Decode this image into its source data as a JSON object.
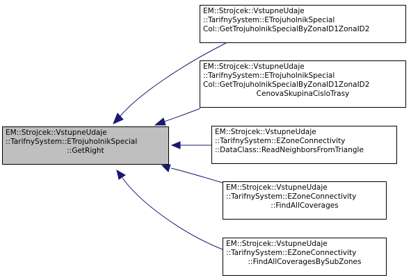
{
  "diagram": {
    "focus": {
      "lines": [
        "EM::Strojcek::VstupneUdaje",
        "::TarifnySystem::ETrojuholnikSpecial",
        "::GetRight"
      ]
    },
    "callers": [
      {
        "lines": [
          "EM::Strojcek::VstupneUdaje",
          "::TarifnySystem::ETrojuholnikSpecial",
          "Col::GetTrojuholnikSpecialByZonaID1ZonaID2"
        ]
      },
      {
        "lines": [
          "EM::Strojcek::VstupneUdaje",
          "::TarifnySystem::ETrojuholnikSpecial",
          "Col::GetTrojuholnikSpecialByZonaID1ZonaID2",
          "CenovaSkupinaCisloTrasy"
        ]
      },
      {
        "lines": [
          "EM::Strojcek::VstupneUdaje",
          "::TarifnySystem::EZoneConnectivity",
          "::DataClass::ReadNeighborsFromTriangle"
        ]
      },
      {
        "lines": [
          "EM::Strojcek::VstupneUdaje",
          "::TarifnySystem::EZoneConnectivity",
          "::FindAllCoverages"
        ]
      },
      {
        "lines": [
          "EM::Strojcek::VstupneUdaje",
          "::TarifnySystem::EZoneConnectivity",
          "::FindAllCoveragesBySubZones"
        ]
      }
    ],
    "colors": {
      "focus_fill": "#bfbfbf",
      "node_fill": "#ffffff",
      "edge": "#191970",
      "border": "#000000"
    }
  }
}
